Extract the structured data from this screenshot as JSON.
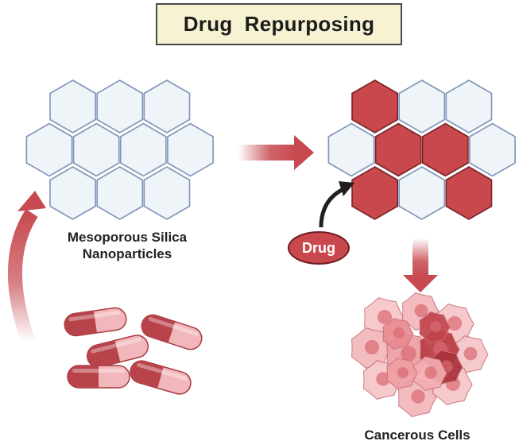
{
  "title": "Drug  Repurposing",
  "labels": {
    "msn_line1": "Mesoporous Silica",
    "msn_line2": "Nanoparticles",
    "drug": "Drug",
    "cancer": "Cancerous Cells"
  },
  "colors": {
    "empty_pore": "#eef4f8",
    "pore_stroke": "#8094b8",
    "loaded_pore": "#c9484e",
    "arrow_red": "#c64a50",
    "title_fill": "#f7f3d2"
  },
  "grids": {
    "empty": [
      {
        "row": 0,
        "col": 0,
        "filled": false
      },
      {
        "row": 0,
        "col": 1,
        "filled": false
      },
      {
        "row": 0,
        "col": 2,
        "filled": false
      },
      {
        "row": 1,
        "col": 0,
        "filled": false
      },
      {
        "row": 1,
        "col": 1,
        "filled": false
      },
      {
        "row": 1,
        "col": 2,
        "filled": false
      },
      {
        "row": 1,
        "col": 3,
        "filled": false
      },
      {
        "row": 2,
        "col": 0,
        "filled": false
      },
      {
        "row": 2,
        "col": 1,
        "filled": false
      },
      {
        "row": 2,
        "col": 2,
        "filled": false
      }
    ],
    "loaded": [
      {
        "row": 0,
        "col": 0,
        "filled": true
      },
      {
        "row": 0,
        "col": 1,
        "filled": false
      },
      {
        "row": 0,
        "col": 2,
        "filled": false
      },
      {
        "row": 1,
        "col": 0,
        "filled": false
      },
      {
        "row": 1,
        "col": 1,
        "filled": true
      },
      {
        "row": 1,
        "col": 2,
        "filled": true
      },
      {
        "row": 1,
        "col": 3,
        "filled": false
      },
      {
        "row": 2,
        "col": 0,
        "filled": true
      },
      {
        "row": 2,
        "col": 1,
        "filled": false
      },
      {
        "row": 2,
        "col": 2,
        "filled": true
      }
    ]
  },
  "capsule_count": 5
}
